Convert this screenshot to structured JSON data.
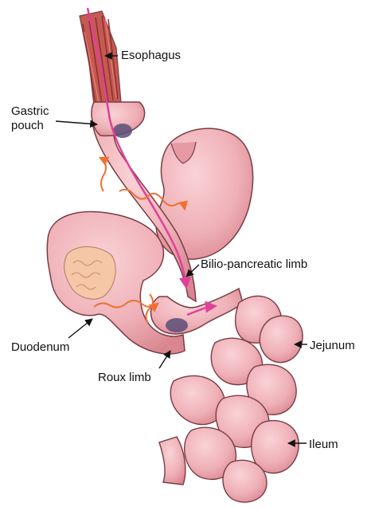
{
  "labels": {
    "esophagus": "Esophagus",
    "gastric_pouch": "Gastric pouch",
    "bilio_pancreatic_limb": "Bilio-pancreatic limb",
    "jejunum": "Jejunum",
    "duodenum": "Duodenum",
    "roux_limb": "Roux limb",
    "ileum": "Ileum"
  },
  "colors": {
    "tissue_fill": "#f0b3b9",
    "tissue_shadow": "#d98690",
    "tissue_outline": "#7a3c44",
    "esophagus_muscle": "#c0504a",
    "food_flow_arrow": "#e0409a",
    "bile_flow_arrow": "#f07030",
    "pancreas": "#f5c7a6",
    "mucosa_dark": "#5a4d78",
    "leader_line": "#111111"
  },
  "icons": {
    "food_flow": "magenta-arrow-icon",
    "digestive_juice_flow": "orange-wavy-arrow-icon"
  }
}
